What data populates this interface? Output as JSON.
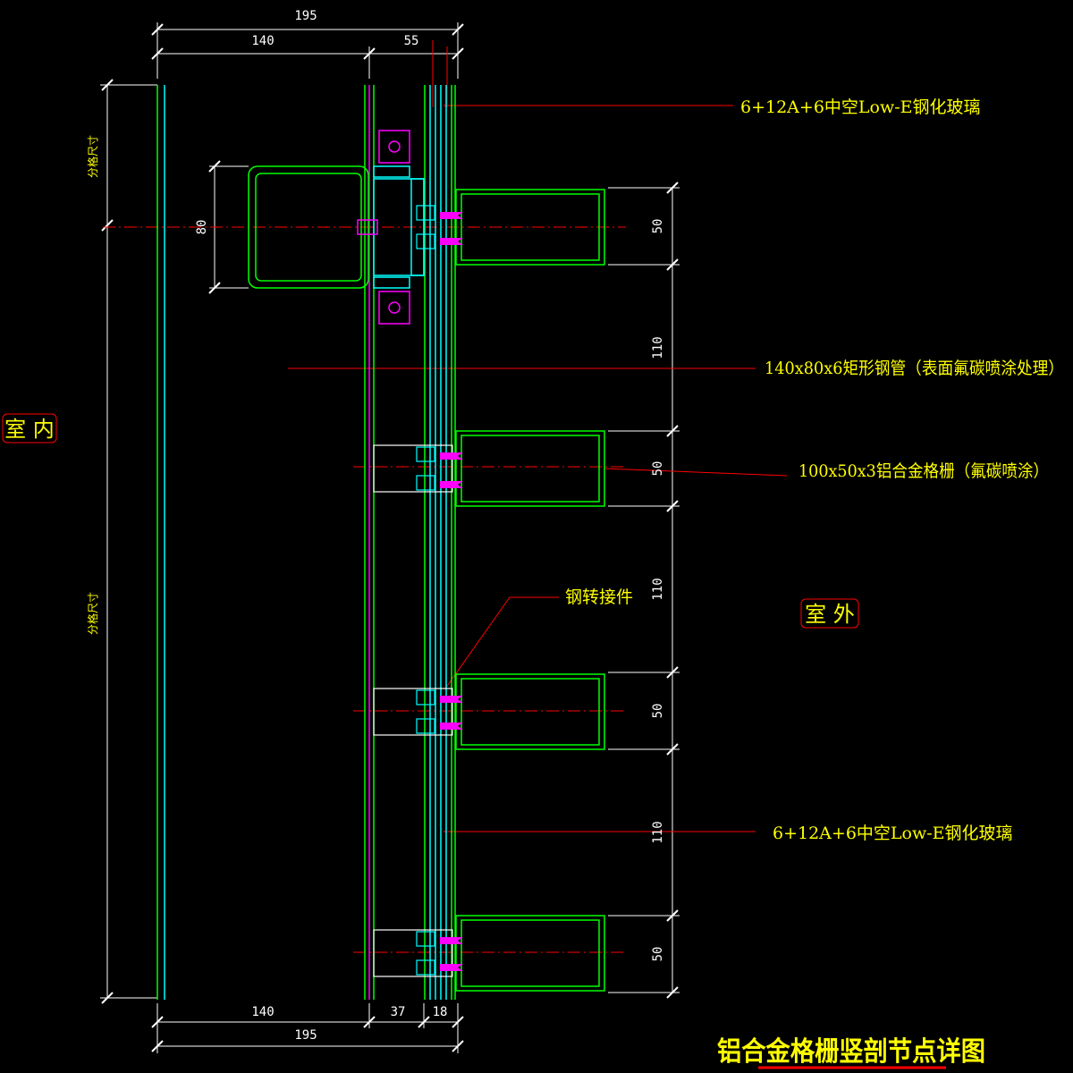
{
  "drawing": {
    "title": "铝合金格栅竖剖节点详图",
    "rooms": {
      "indoor": "室 内",
      "outdoor": "室 外"
    },
    "side_dims": {
      "upper": "分格尺寸",
      "lower": "分格尺寸"
    },
    "top_dims": {
      "total": "195",
      "left": "140",
      "right": "55"
    },
    "bottom_dims": {
      "left": "140",
      "mid": "37",
      "right": "18",
      "total": "195"
    },
    "tube_height": "80",
    "right_dims": [
      "50",
      "110",
      "50",
      "110",
      "50",
      "110",
      "50"
    ],
    "callouts": {
      "glass_top": "6+12A+6中空Low-E钢化玻璃",
      "steel_tube": "140x80x6矩形钢管（表面氟碳喷涂处理）",
      "grille": "100x50x3铝合金格栅（氟碳喷涂）",
      "connector": "钢转接件",
      "glass_bottom": "6+12A+6中空Low-E钢化玻璃"
    },
    "colors": {
      "background": "#000000",
      "dimension": "#ffffff",
      "text": "#ffff00",
      "leader": "#ff0000",
      "profile": "#00ff00",
      "glass": "#00ffff",
      "fastener": "#ff00ff",
      "title_underline": "#ff0000"
    }
  }
}
